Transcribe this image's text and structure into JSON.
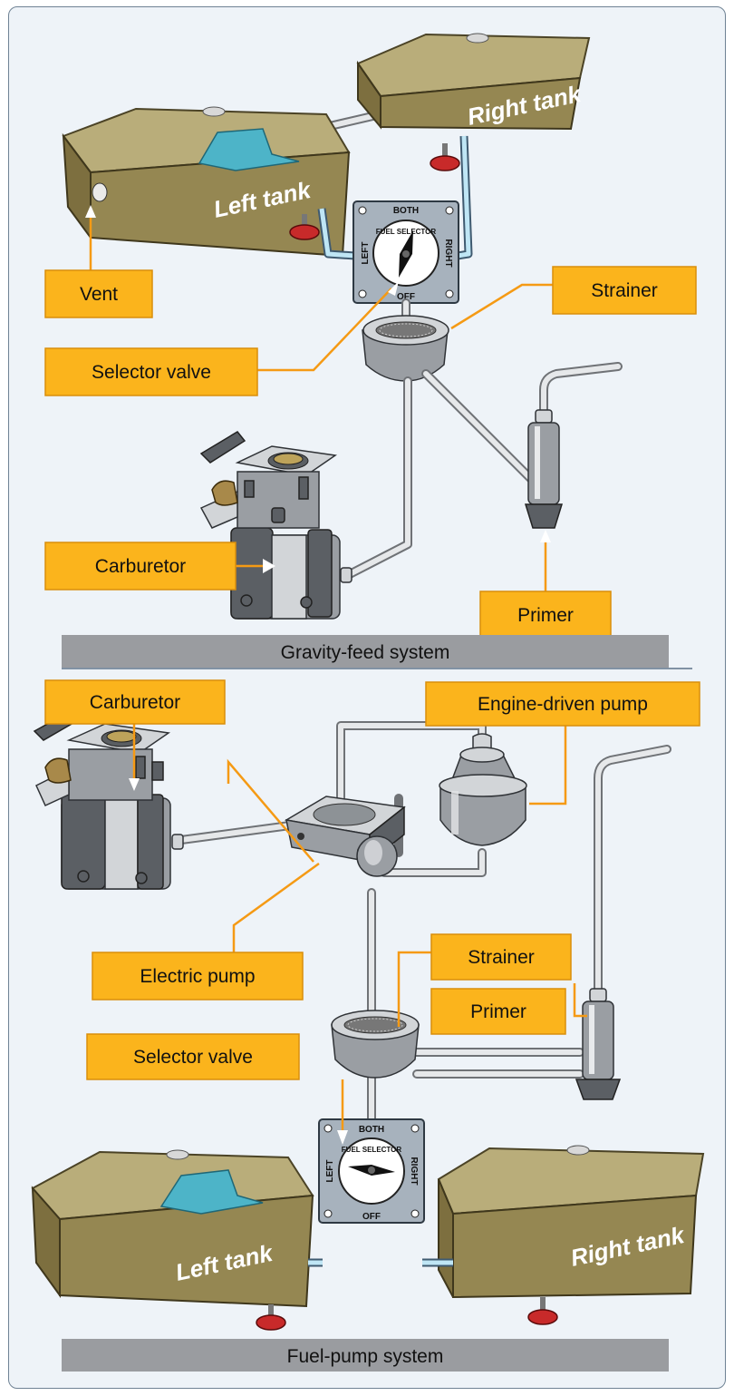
{
  "gravity_feed": {
    "caption": "Gravity-feed system",
    "left_tank": "Left tank",
    "right_tank": "Right tank",
    "labels": {
      "vent": "Vent",
      "selector_valve": "Selector valve",
      "strainer": "Strainer",
      "carburetor": "Carburetor",
      "primer": "Primer"
    },
    "selector": {
      "top": "BOTH",
      "left": "LEFT",
      "right": "RIGHT",
      "bottom": "OFF",
      "dial": "FUEL SELECTOR"
    }
  },
  "fuel_pump": {
    "caption": "Fuel-pump system",
    "left_tank": "Left tank",
    "right_tank": "Right tank",
    "labels": {
      "carburetor": "Carburetor",
      "engine_driven_pump": "Engine-driven pump",
      "electric_pump": "Electric pump",
      "strainer": "Strainer",
      "primer": "Primer",
      "selector_valve": "Selector valve"
    },
    "selector": {
      "top": "BOTH",
      "left": "LEFT",
      "right": "RIGHT",
      "bottom": "OFF",
      "dial": "FUEL SELECTOR"
    }
  },
  "colors": {
    "label_fill": "#fbb41c",
    "leader": "#f59a14",
    "caption_bar": "#9a9ca0",
    "tank": "#7d6f3f",
    "frame_bg": "#eef3f8"
  }
}
